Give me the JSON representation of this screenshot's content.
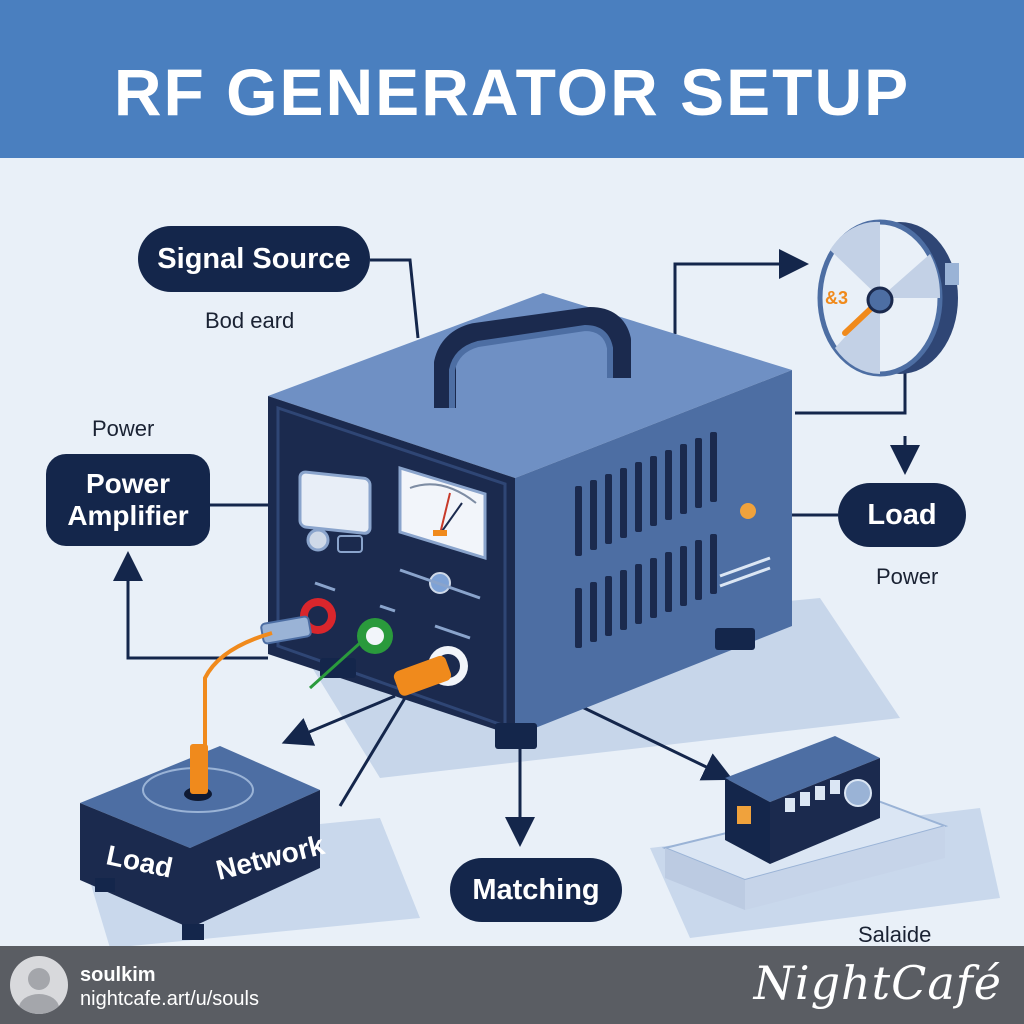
{
  "title": "RF GENERATOR SETUP",
  "labels": {
    "signal_source": "Signal Source",
    "bod_eard": "Bod eard",
    "power_top": "Power",
    "power_amplifier_line1": "Power",
    "power_amplifier_line2": "Amplifier",
    "load_pill": "Load",
    "power_right": "Power",
    "matching": "Matching",
    "load_box": "Load",
    "network_box": "Network",
    "salaide": "Salaide",
    "gauge_readout": "&3"
  },
  "footer": {
    "username": "soulkim",
    "profile_url": "nightcafe.art/u/souls",
    "brand": "NightCafé"
  },
  "colors": {
    "banner": "#4a7fbf",
    "pill": "#14264b",
    "device_front": "#1b2a4e",
    "device_side": "#4d6ea3",
    "device_top": "#6f90c4",
    "accent_orange": "#f08a1c",
    "accent_red": "#d9262c",
    "accent_green": "#2a9a3c"
  },
  "icons": [
    "user-avatar-icon",
    "gauge-icon",
    "arrow-icon"
  ]
}
